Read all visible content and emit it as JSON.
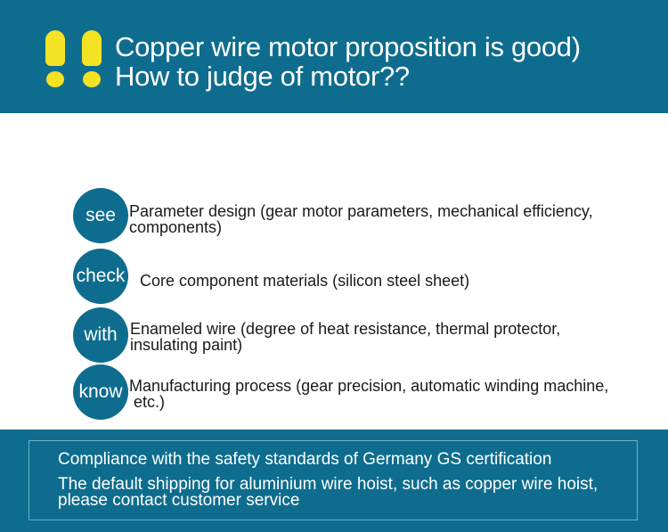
{
  "header": {
    "title_line1": "Copper wire motor proposition is good)",
    "title_line2": "How to judge of motor??",
    "accent_color": "#f4e324",
    "background_color": "#0e6d8e"
  },
  "items": [
    {
      "badge": "see",
      "line1": "Parameter design (gear motor parameters, mechanical efficiency,",
      "line2": "components)"
    },
    {
      "badge": "check",
      "line1": "Core component materials (silicon steel sheet)"
    },
    {
      "badge": "with",
      "line1": "Enameled wire (degree of heat resistance, thermal protector,",
      "line2": "insulating paint)"
    },
    {
      "badge": "know",
      "line1": "Manufacturing process (gear precision, automatic winding machine,",
      "line2": " etc.)"
    }
  ],
  "footer": {
    "line1": "Compliance with the safety standards of Germany GS certification",
    "line2": "The default shipping for aluminium wire hoist, such as copper wire hoist,",
    "line3": "please contact customer service"
  }
}
